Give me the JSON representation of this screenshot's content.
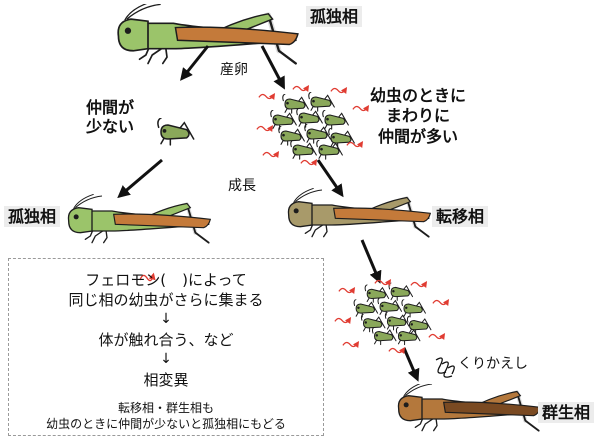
{
  "labels": {
    "solitary_top": "孤独相",
    "egg_laying": "産卵",
    "few_companions": "仲間が\n少ない",
    "many_companions": "幼虫のときに\nまわりに\n仲間が多い",
    "growth": "成長",
    "solitary_left": "孤独相",
    "transitional": "転移相",
    "repeat": "くりかえし",
    "gregarious": "群生相"
  },
  "flow": {
    "pheromone_pre": "フェロモン(",
    "pheromone_post": ")によって",
    "line2": "同じ相の幼虫がさらに集まる",
    "arrow": "↓",
    "line3": "体が触れ合う、など",
    "line4": "相変異",
    "note1": "転移相・群生相も",
    "note2": "幼虫のときに仲間が少ないと孤独相にもどる"
  },
  "colors": {
    "solitary_body": "#9bc46a",
    "solitary_wing": "#c47a3a",
    "transitional_body": "#a89a6a",
    "gregarious_body": "#b4783c",
    "nymph_green": "#8aa85a",
    "pheromone": "#e03c32",
    "arrow": "#111111"
  },
  "icons": {
    "locust": "grasshopper-icon",
    "nymph": "nymph-icon",
    "pheromone": "pheromone-wave-icon"
  }
}
